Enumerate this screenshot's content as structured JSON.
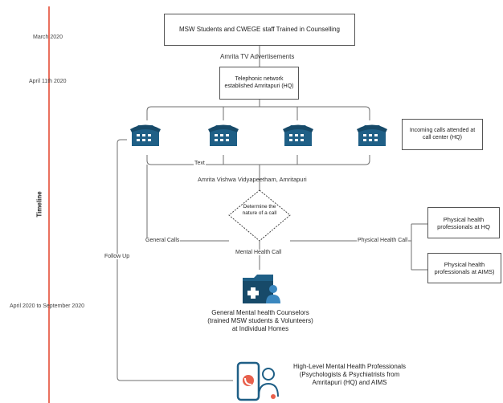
{
  "timeline": {
    "axis_label": "Timeline",
    "dates": [
      "March 2020",
      "April 11th 2020",
      "April 2020 to September 2020"
    ]
  },
  "boxes": {
    "trained": "MSW Students and CWEGE staff Trained  in Counselling",
    "telephonic": "Telephonic network established Amritapuri (HQ)",
    "incoming": "Incoming calls attended at call center (HQ)",
    "determine": "Determine the nature of a call",
    "physical_hq": "Physical health professionals at HQ",
    "physical_aims": "Physical health professionals at AIMS)"
  },
  "labels": {
    "tv": "Amrita TV Advertisements",
    "text": "Text",
    "university": "Amrita Vishwa Vidyapeetham, Amritapuri",
    "general_calls": "General Calls",
    "physical_call": "Physical Health Call",
    "mental_call": "Mental Health Call",
    "follow_up": "Follow Up"
  },
  "nodes": {
    "general_counselors": "General Mental health Counselors (trained MSW students & Volunteers) at Individual Homes",
    "high_level": "High-Level Mental Health Professionals (Psychologists & Psychiatrists from Amritapuri (HQ) and AIMS"
  },
  "icons": [
    "phone-icon",
    "phone-icon",
    "phone-icon",
    "phone-icon",
    "medical-folder-icon",
    "doctor-phone-icon"
  ],
  "colors": {
    "timeline": "#e8604c",
    "phone": "#1f5f86",
    "line": "#6f6f6f",
    "box_border": "#555555"
  }
}
